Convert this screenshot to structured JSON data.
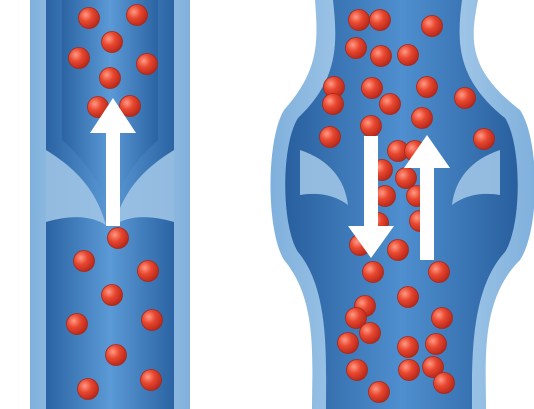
{
  "colors": {
    "background": "#ffffff",
    "vein_outer": "#a9cbe8",
    "vein_wall": "#7fb0dc",
    "vein_lumen_dark": "#2e6fb0",
    "vein_lumen_mid": "#4e8fcd",
    "valve": "#9ec4e6",
    "blood_cell": "#e0412f",
    "blood_cell_highlight": "#ff9a85",
    "arrow": "#ffffff"
  },
  "diagram": {
    "panels": [
      {
        "id": "healthy-vein",
        "valve_state": "closed",
        "flow": [
          "up"
        ]
      },
      {
        "id": "varicose-vein",
        "valve_state": "open",
        "flow": [
          "down",
          "up"
        ]
      }
    ]
  }
}
